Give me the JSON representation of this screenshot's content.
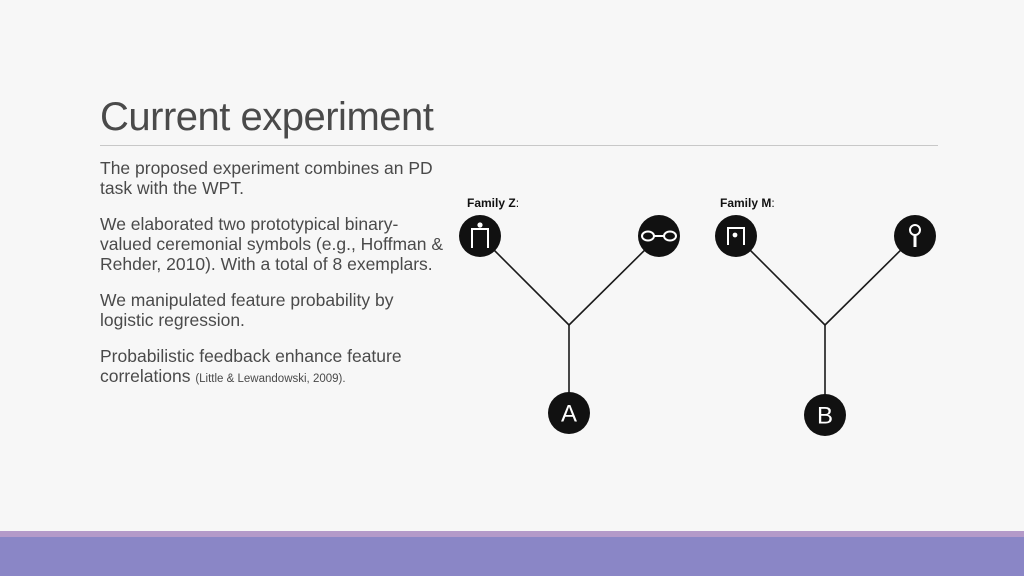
{
  "slide": {
    "title": "Current experiment",
    "bullets": [
      {
        "text": "The proposed experiment combines an PD task with the WPT."
      },
      {
        "text": "We elaborated two prototypical binary-valued ceremonial symbols (e.g., Hoffman & Rehder, 2010). With a total of 8 exemplars."
      },
      {
        "text": "We manipulated feature probability by logistic regression."
      },
      {
        "text": "Probabilistic feedback enhance feature correlations ",
        "citation": "(Little & Lewandowski, 2009)."
      }
    ]
  },
  "diagram": {
    "families": [
      {
        "label_bold": "Family Z",
        "label_suffix": ":",
        "category": "A",
        "left_symbol": "bracket-figure-icon",
        "right_symbol": "dumbbell-icon"
      },
      {
        "label_bold": "Family M",
        "label_suffix": ":",
        "category": "B",
        "left_symbol": "square-dot-icon",
        "right_symbol": "keyhole-icon"
      }
    ],
    "colors": {
      "node": "#111111",
      "line": "#1a1a1a",
      "icon": "#ffffff"
    }
  },
  "theme": {
    "background": "#f7f7f7",
    "footer": "#8a86c6",
    "footer_stripe": "#b49ac9",
    "text": "#4a4a4a"
  }
}
